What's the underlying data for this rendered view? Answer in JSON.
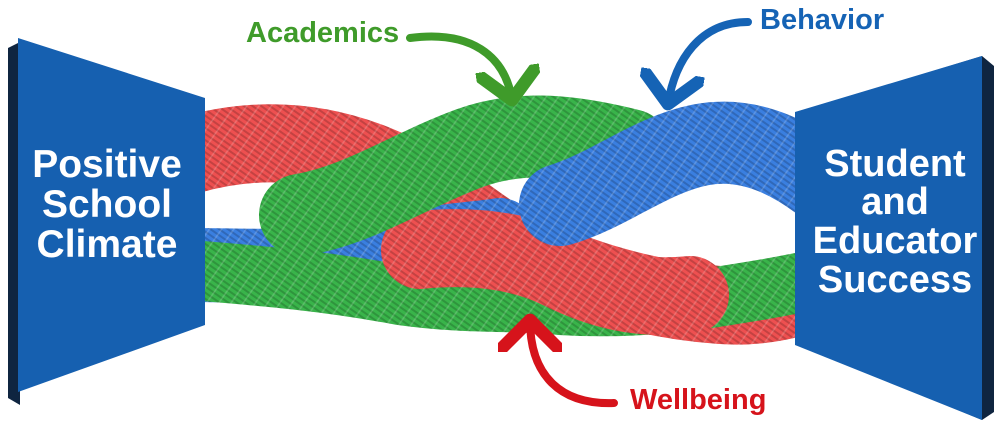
{
  "left_block": {
    "lines": [
      "Positive",
      "School",
      "Climate"
    ]
  },
  "right_block": {
    "lines": [
      "Student",
      "and",
      "Educator",
      "Success"
    ]
  },
  "labels": {
    "academics": "Academics",
    "behavior": "Behavior",
    "wellbeing": "Wellbeing"
  },
  "colors": {
    "block_fill": "#1660b0",
    "block_side": "#0f2540",
    "strand_red": "#ee5050",
    "strand_green": "#39b44a",
    "strand_blue": "#3a7fe0",
    "label_academics": "#3f9b2a",
    "label_behavior": "#1563b5",
    "label_wellbeing": "#d6131b"
  }
}
